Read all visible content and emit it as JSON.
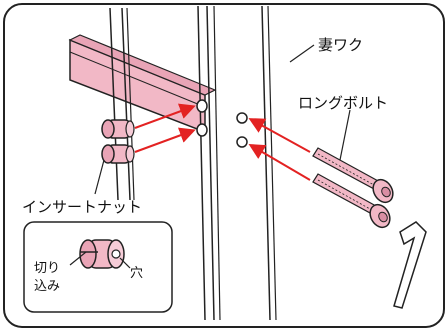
{
  "labels": {
    "frame": "妻ワク",
    "long_bolt": "ロングボルト",
    "insert_nut": "インサートナット",
    "slit_line1": "切り",
    "slit_line2": "込み",
    "hole": "穴"
  },
  "colors": {
    "pink_part": "#f2b8c6",
    "pink_dark": "#d98ea3",
    "arrow": "#e32222",
    "outline": "#222222"
  }
}
